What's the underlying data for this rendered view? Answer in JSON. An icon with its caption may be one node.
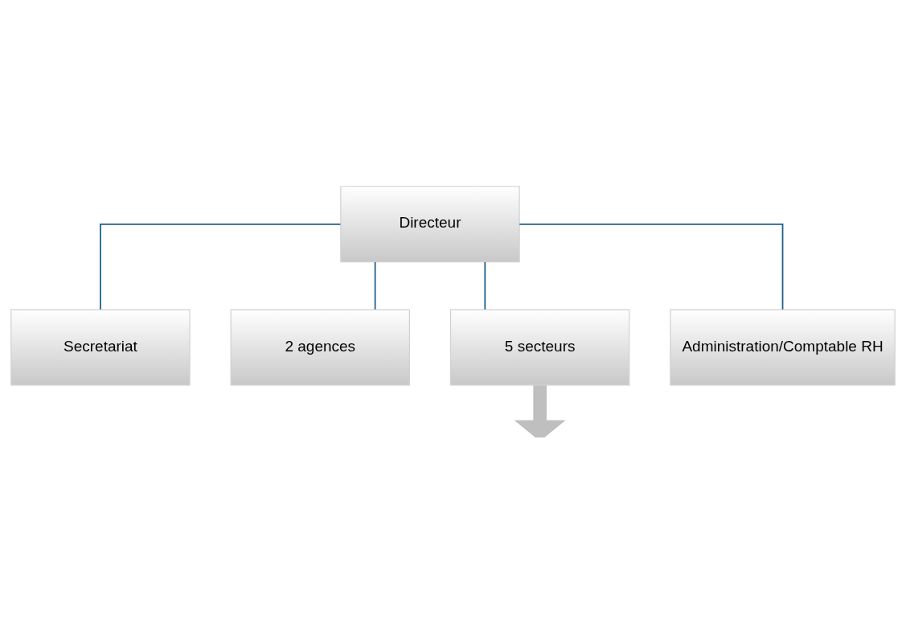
{
  "diagram": {
    "nodes": [
      {
        "text": [
          "Directeur"
        ]
      },
      {
        "text": [
          "Secretariat"
        ]
      },
      {
        "text": [
          "2 agences"
        ]
      },
      {
        "text": [
          "5 secteurs"
        ]
      },
      {
        "text": [
          "Administration/Comptable RH"
        ]
      }
    ],
    "edges": [
      {
        "from": 0,
        "to": 1,
        "arrow": "none"
      },
      {
        "from": 0,
        "to": 2,
        "arrow": "none"
      },
      {
        "from": 0,
        "to": 3,
        "arrow": "none"
      },
      {
        "from": 0,
        "to": 4,
        "arrow": "none"
      },
      {
        "from": 3,
        "to": null,
        "arrow": "to",
        "style": "thick",
        "color": "#bfbfbf"
      }
    ]
  }
}
